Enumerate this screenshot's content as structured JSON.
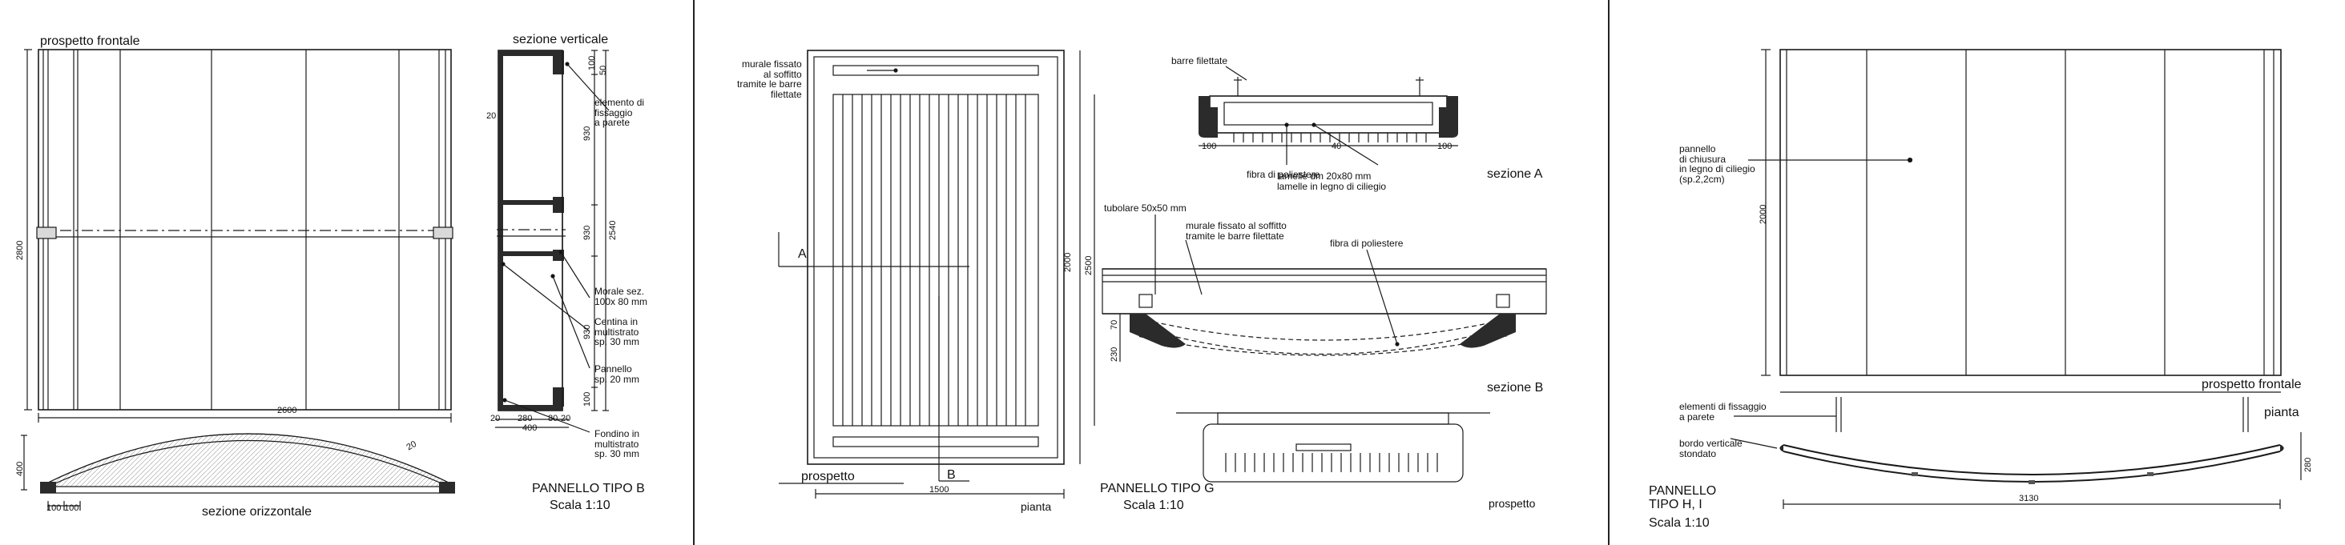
{
  "colors": {
    "line": "#1a1a1a",
    "divider": "#222222",
    "fill_dark": "#2b2b2b",
    "fill_light": "#d9d9d9"
  },
  "panel_b": {
    "front_view_label": "prospetto frontale",
    "vertical_section_label": "sezione  verticale",
    "horizontal_section_label": "sezione orizzontale",
    "title": "PANNELLO TIPO B",
    "scale": "Scala 1:10",
    "dims": {
      "height": "2800",
      "width": "2600",
      "arc_height": "400",
      "end_a": "100",
      "end_b": "100",
      "total": "2540",
      "sec_400": "400",
      "sec_280": "280",
      "sec_20a": "20",
      "sec_20b": "20",
      "sec_80": "80",
      "sec_20c": "20",
      "d930a": "930",
      "d930b": "930",
      "d930c": "930",
      "d50": "50",
      "d100a": "100",
      "d100b": "100",
      "d20": "20",
      "arc_20": "20"
    },
    "callouts": {
      "fixing": "elemento di\nfissaggio\na parete",
      "morale": "Morale sez.\n100x 80 mm",
      "centina": "Centina in\nmultistrato\nsp. 30 mm",
      "pannello": "Pannello\nsp. 20 mm",
      "fondino": "Fondino in\nmultistrato\nsp. 30 mm"
    }
  },
  "panel_g": {
    "callout_murale": "murale fissato\nal soffitto\ntramite le barre\nfilettate",
    "label_a": "A",
    "label_b": "B",
    "prospetto": "prospetto",
    "pianta": "pianta",
    "dim_width": "1500",
    "dim_h1": "2000",
    "dim_h2": "2500",
    "title": "PANNELLO TIPO G",
    "scale": "Scala 1:10",
    "sec_a": {
      "barre": "barre filettate",
      "fibra": "fibra di poliestere",
      "lamelle": "lamelle dm 20x80 mm\nlamelle in legno di ciliegio",
      "label": "sezione A",
      "d100a": "100",
      "d40": "40",
      "d100b": "100"
    },
    "sec_b": {
      "tubolare": "tubolare 50x50 mm",
      "murale": "murale fissato al soffitto\ntramite le barre filettate",
      "fibra": "fibra di poliestere",
      "label": "sezione B",
      "d70": "70",
      "d230": "230"
    },
    "prospetto_label": "prospetto"
  },
  "panel_h": {
    "callout_pannello": "pannello\ndi chiusura\nin legno di ciliegio\n(sp.2,2cm)",
    "dim_height": "2000",
    "front_label": "prospetto frontale",
    "pianta": "pianta",
    "fixing": "elementi di fissaggio\na parete",
    "bordo": "bordo verticale\nstondato",
    "dim_depth": "280",
    "dim_width": "3130",
    "title": "PANNELLO\nTIPO H, I",
    "scale": "Scala 1:10"
  }
}
